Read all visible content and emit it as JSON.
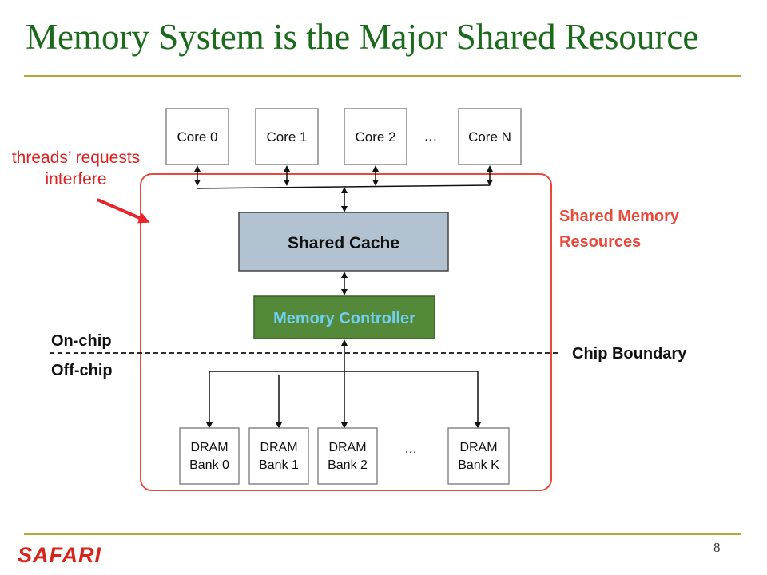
{
  "slide": {
    "title": "Memory System is the Major Shared Resource",
    "page_number": "8",
    "footer_logo": "SAFARI"
  },
  "annotation": {
    "line1": "threads’ requests",
    "line2": "interfere"
  },
  "diagram": {
    "cores": [
      "Core 0",
      "Core 1",
      "Core 2",
      "Core N"
    ],
    "cores_ellipsis": "…",
    "shared_cache": "Shared Cache",
    "memory_controller": "Memory Controller",
    "shared_resources_line1": "Shared Memory",
    "shared_resources_line2": "Resources",
    "on_chip": "On-chip",
    "off_chip": "Off-chip",
    "chip_boundary": "Chip Boundary",
    "banks": [
      {
        "line1": "DRAM",
        "line2": "Bank 0"
      },
      {
        "line1": "DRAM",
        "line2": "Bank 1"
      },
      {
        "line1": "DRAM",
        "line2": "Bank 2"
      },
      {
        "line1": "DRAM",
        "line2": "Bank K"
      }
    ],
    "banks_ellipsis": "…"
  },
  "colors": {
    "title": "#1c6b1c",
    "accent_rule": "#b7a43c",
    "red": "#e8493a",
    "cache_fill": "#b3c2d0",
    "controller_fill": "#55893a",
    "controller_text": "#6fd0f2"
  }
}
